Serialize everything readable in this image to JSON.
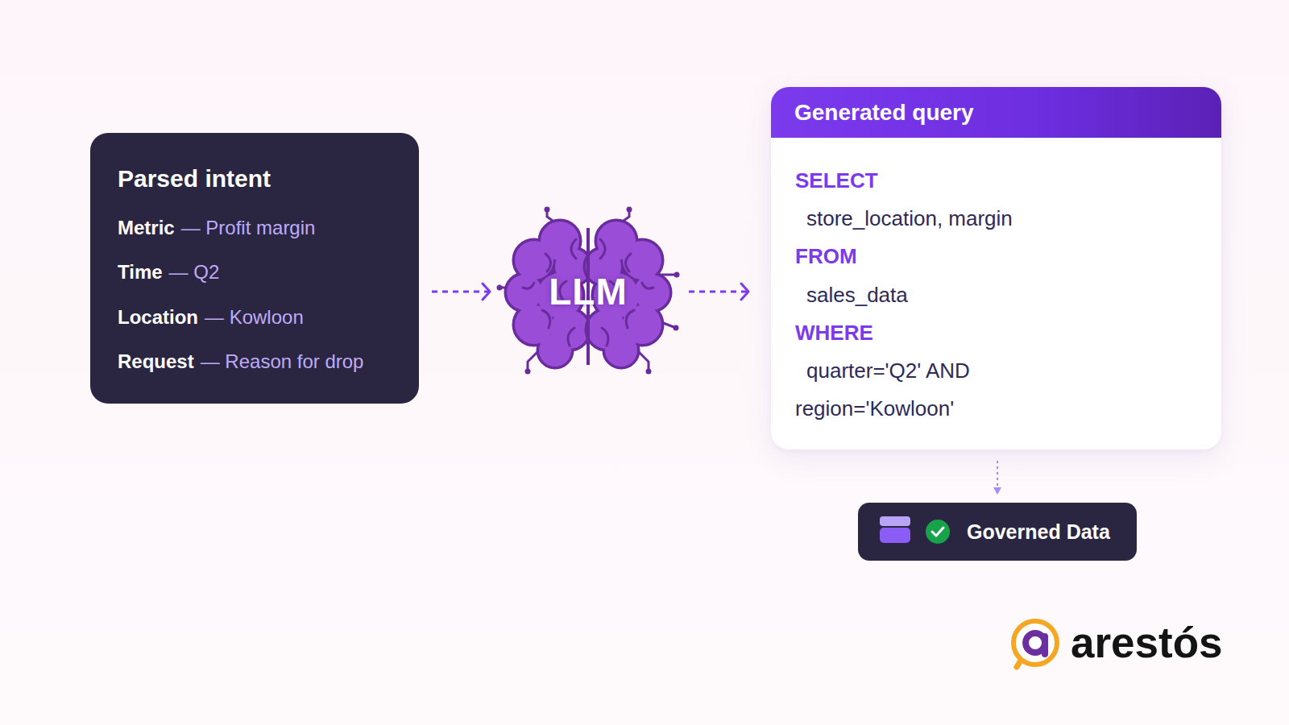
{
  "diagram": {
    "nodes": [
      {
        "text": [
          "Parsed intent",
          "Metric",
          "— Profit margin",
          "Time",
          "— Q2",
          "Location",
          "— Kowloon",
          "Request",
          "— Reason for drop"
        ]
      },
      {
        "text": [
          "LLM"
        ]
      },
      {
        "text": [
          "Generated query",
          "SELECT",
          "store_location, margin",
          "FROM",
          "sales_data",
          "WHERE",
          "quarter='Q2' AND region='Kowloon'"
        ]
      },
      {
        "text": [
          "Governed Data"
        ]
      }
    ],
    "edges": [
      {
        "from": 0,
        "to": 1,
        "arrow": "to"
      },
      {
        "from": 1,
        "to": 2,
        "arrow": "to"
      },
      {
        "from": 2,
        "to": 3,
        "arrow": "to"
      }
    ],
    "labels": [
      "arestós"
    ]
  }
}
